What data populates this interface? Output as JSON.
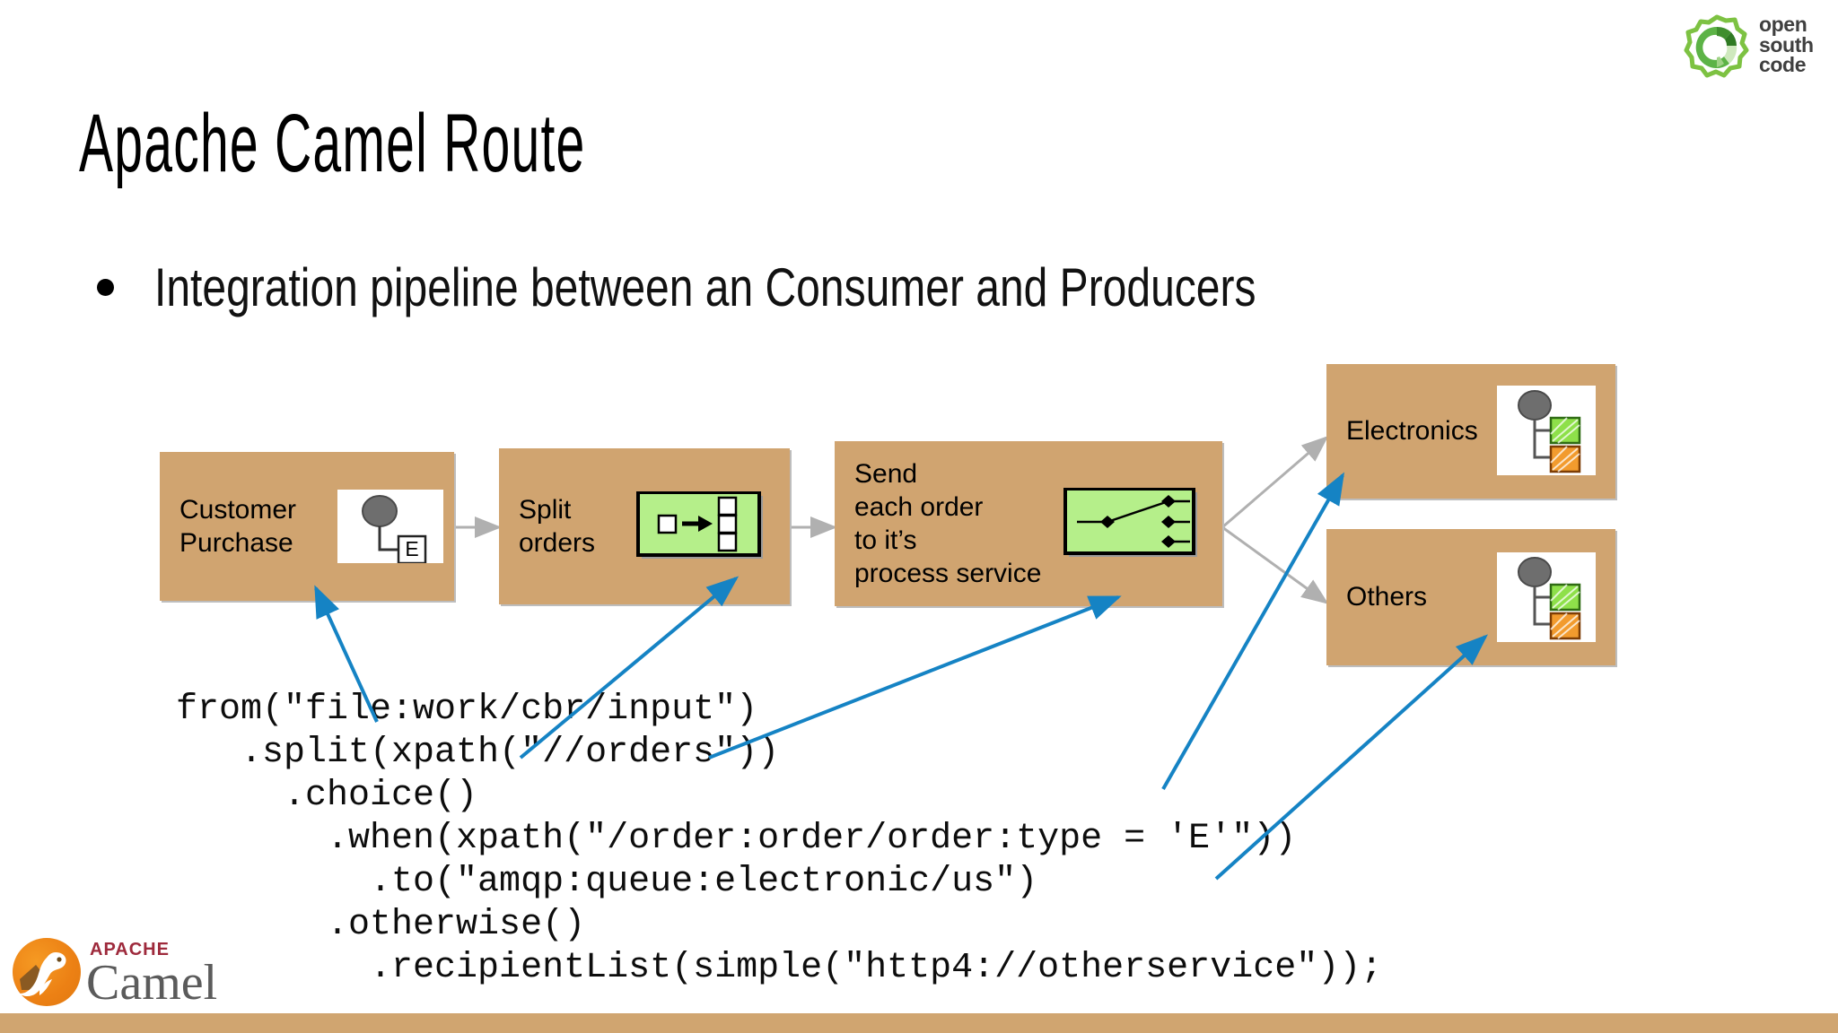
{
  "brand": {
    "logo_top": {
      "line1": "open",
      "line2": "south",
      "line3": "code",
      "mark": "osc-circle-c-icon",
      "color": "#5cb346"
    },
    "logo_bottom": {
      "apache": "APACHE",
      "camel": "Camel",
      "mark": "camel-head-icon",
      "accent": "#ec8014",
      "apache_color": "#9e2a3c"
    }
  },
  "slide": {
    "title": "Apache Camel Route",
    "bullet": "Integration pipeline between an Consumer and Producers",
    "bullet_marker": "●"
  },
  "diagram": {
    "box_fill": "#d0a470",
    "connector_color": "#b0b0b0",
    "annotation_color": "#1583c4",
    "icon_green": "#b5ef8a",
    "nodes": [
      {
        "id": "customer-purchase",
        "label": "Customer\nPurchase",
        "icon": "endpoint-e-icon"
      },
      {
        "id": "split-orders",
        "label": "Split\norders",
        "icon": "splitter-icon"
      },
      {
        "id": "send-each-order",
        "label": "Send\neach order\nto it’s\nprocess service",
        "icon": "content-based-router-icon"
      },
      {
        "id": "electronics",
        "label": "Electronics",
        "icon": "recipient-list-icon"
      },
      {
        "id": "others",
        "label": "Others",
        "icon": "recipient-list-icon"
      }
    ],
    "icon_letter": "E"
  },
  "code": {
    "lines": [
      "from(\"file:work/cbr/input\")",
      "   .split(xpath(\"//orders\"))",
      "     .choice()",
      "       .when(xpath(\"/order:order/order:type = 'E'\"))",
      "         .to(\"amqp:queue:electronic/us\")",
      "       .otherwise()",
      "         .recipientList(simple(\"http4://otherservice\"));"
    ]
  }
}
